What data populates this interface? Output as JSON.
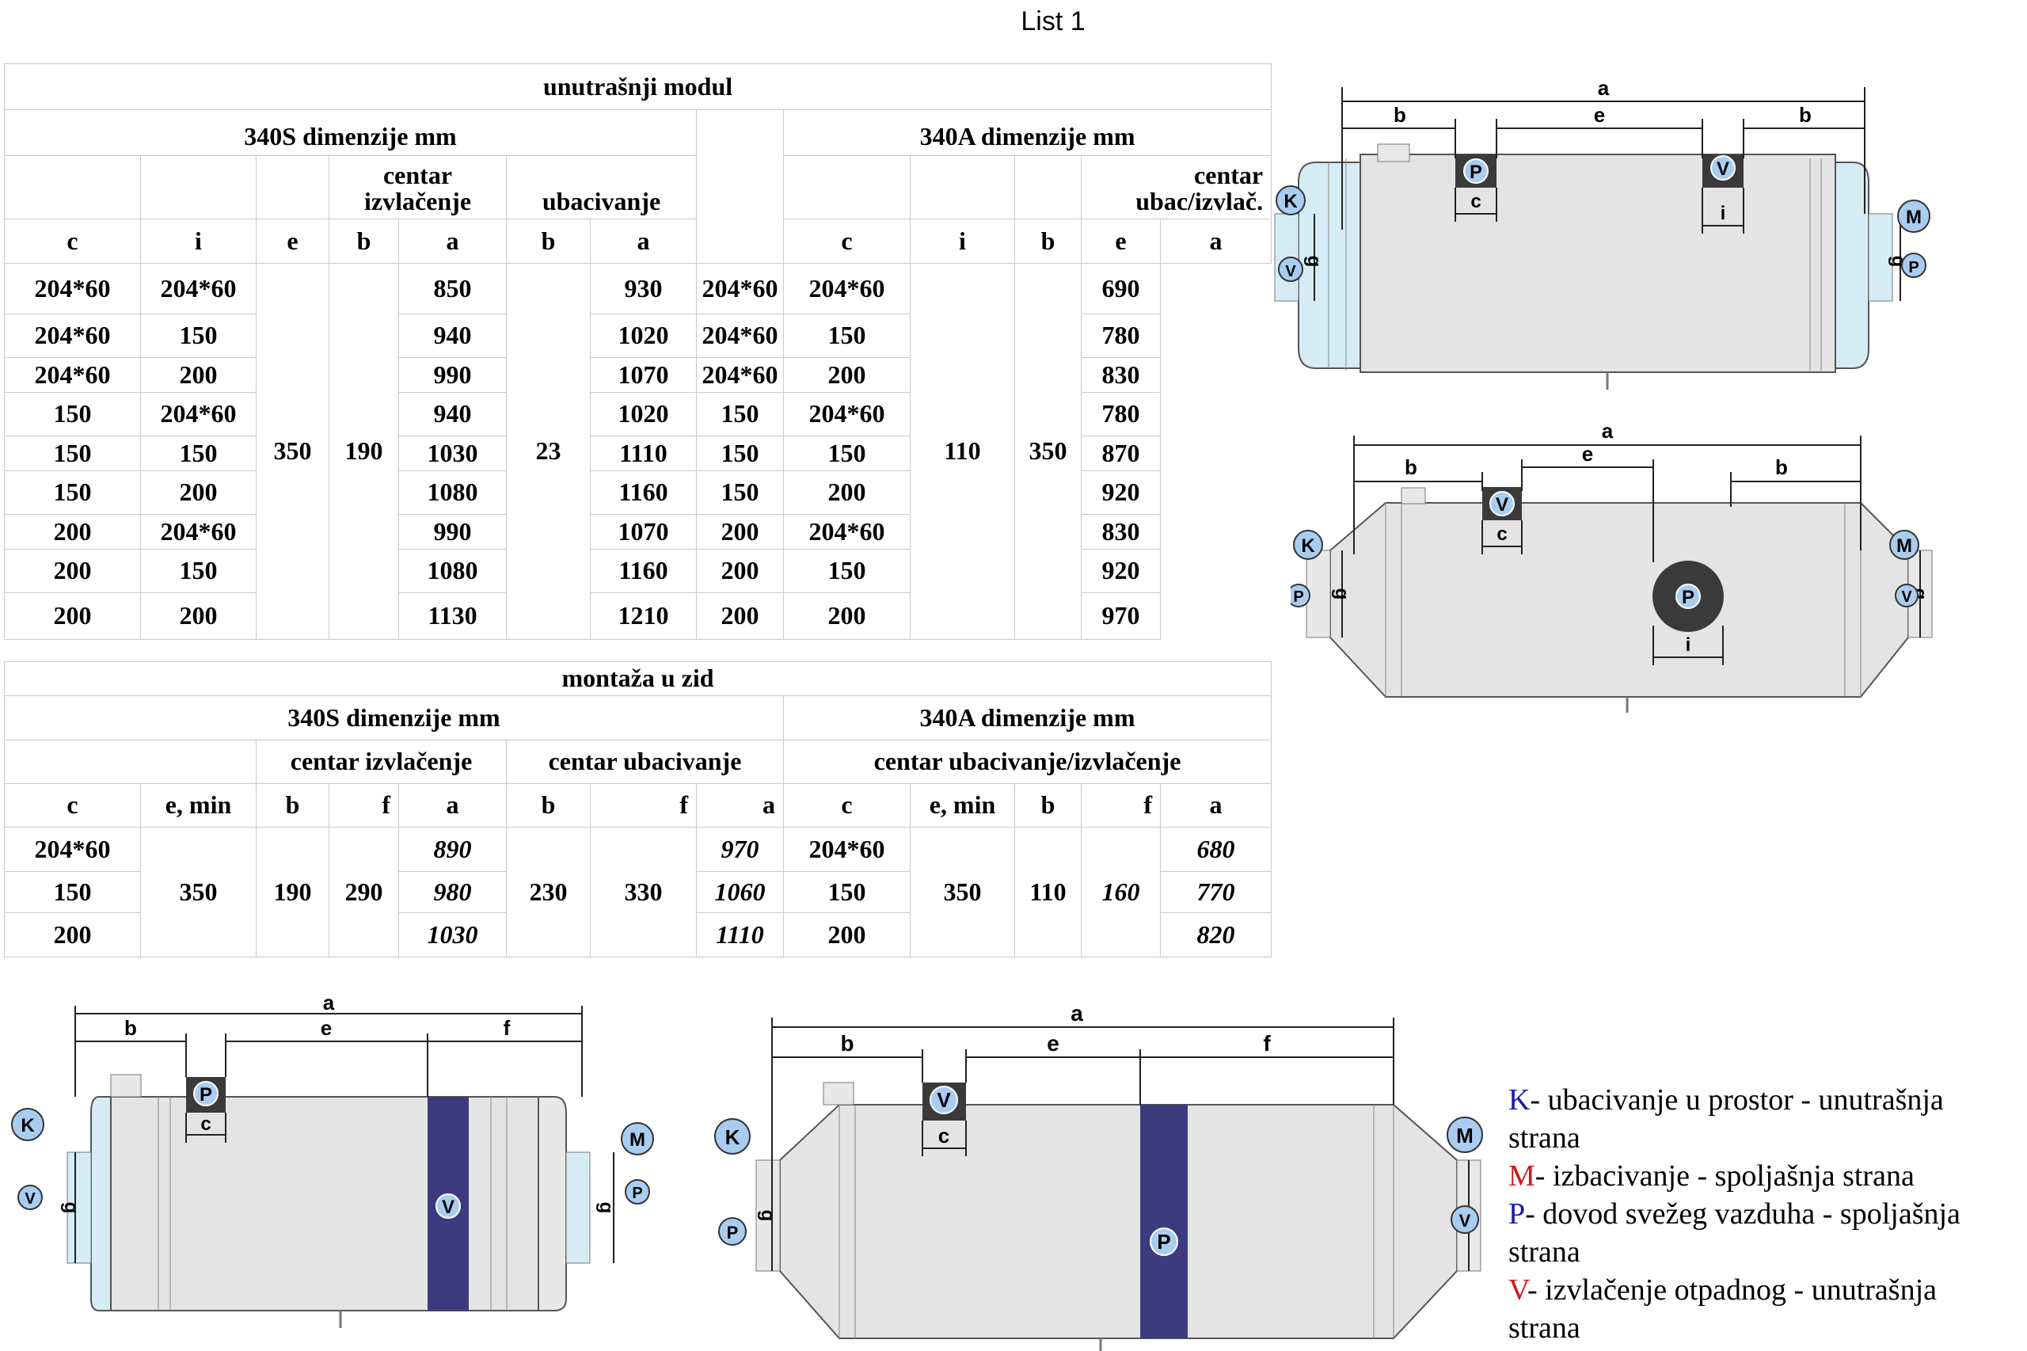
{
  "sheet_title": "List 1",
  "table1": {
    "title": "unutrašnji modul",
    "s_title": "340S  dimenzije mm",
    "a_title": "340A   dimenzije mm",
    "s_group_centar": "centar izvlačenje",
    "s_group_ubac": "ubacivanje",
    "a_group_centar": "centar ubac/izvlač.",
    "s_cols": [
      "c",
      "i",
      "e",
      "b",
      "a",
      "b",
      "a"
    ],
    "a_cols": [
      "c",
      "i",
      "b",
      "e",
      "a"
    ],
    "s_e": "350",
    "s_b1": "190",
    "s_b2": "23",
    "a_b": "110",
    "a_e": "350",
    "rows": [
      {
        "s_c": "204*60",
        "s_i": "204*60",
        "s_a1": "850",
        "s_a2": "930",
        "a_c": "204*60",
        "a_i": "204*60",
        "a_a": "690"
      },
      {
        "s_c": "204*60",
        "s_i": "150",
        "s_a1": "940",
        "s_a2": "1020",
        "a_c": "204*60",
        "a_i": "150",
        "a_a": "780"
      },
      {
        "s_c": "204*60",
        "s_i": "200",
        "s_a1": "990",
        "s_a2": "1070",
        "a_c": "204*60",
        "a_i": "200",
        "a_a": "830"
      },
      {
        "s_c": "150",
        "s_i": "204*60",
        "s_a1": "940",
        "s_a2": "1020",
        "a_c": "150",
        "a_i": "204*60",
        "a_a": "780"
      },
      {
        "s_c": "150",
        "s_i": "150",
        "s_a1": "1030",
        "s_a2": "1110",
        "a_c": "150",
        "a_i": "150",
        "a_a": "870"
      },
      {
        "s_c": "150",
        "s_i": "200",
        "s_a1": "1080",
        "s_a2": "1160",
        "a_c": "150",
        "a_i": "200",
        "a_a": "920"
      },
      {
        "s_c": "200",
        "s_i": "204*60",
        "s_a1": "990",
        "s_a2": "1070",
        "a_c": "200",
        "a_i": "204*60",
        "a_a": "830"
      },
      {
        "s_c": "200",
        "s_i": "150",
        "s_a1": "1080",
        "s_a2": "1160",
        "a_c": "200",
        "a_i": "150",
        "a_a": "920"
      },
      {
        "s_c": "200",
        "s_i": "200",
        "s_a1": "1130",
        "s_a2": "1210",
        "a_c": "200",
        "a_i": "200",
        "a_a": "970"
      }
    ]
  },
  "table2": {
    "title": "montaža u zid",
    "s_title": "340S  dimenzije mm",
    "a_title": "340A   dimenzije mm",
    "s_group_centar_izv": "centar izvlačenje",
    "s_group_centar_ubac": "centar ubacivanje",
    "a_group": "centar ubacivanje/izvlačenje",
    "s_cols": [
      "c",
      "e, min",
      "b",
      "f",
      "a",
      "b",
      "f",
      "a"
    ],
    "a_cols": [
      "c",
      "e, min",
      "b",
      "f",
      "a"
    ],
    "s_emin": "350",
    "s_b1": "190",
    "s_f1": "290",
    "s_b2": "230",
    "s_f2": "330",
    "a_emin": "350",
    "a_b": "110",
    "a_f": "160",
    "rows": [
      {
        "s_c": "204*60",
        "s_a1": "890",
        "s_a2": "970",
        "a_c": "204*60",
        "a_a": "680"
      },
      {
        "s_c": "150",
        "s_a1": "980",
        "s_a2": "1060",
        "a_c": "150",
        "a_a": "770"
      },
      {
        "s_c": "200",
        "s_a1": "1030",
        "s_a2": "1110",
        "a_c": "200",
        "a_a": "820"
      }
    ]
  },
  "diagram_labels": {
    "a": "a",
    "b": "b",
    "e": "e",
    "f": "f",
    "c": "c",
    "i": "i",
    "g": "g",
    "K": "K",
    "M": "M",
    "P": "P",
    "V": "V"
  },
  "legend": [
    {
      "key": "K",
      "text": "- ubacivanje u prostor - unutrašnja strana"
    },
    {
      "key": "M",
      "text": "- izbacivanje - spoljašnja strana"
    },
    {
      "key": "P",
      "text": "- dovod svežeg vazduha - spoljašnja strana"
    },
    {
      "key": "V",
      "text": "- izvlačenje otpadnog - unutrašnja strana"
    }
  ],
  "colors": {
    "body_fill": "#e4e4e4",
    "end_cap": "#d5ecf5",
    "port_dark": "#3a3a3a",
    "band_fill": "#3b3b7e",
    "bubble_fill": "#a9cdf0",
    "legend_blue": "#1a1aa6",
    "legend_red": "#cc1a1a"
  }
}
